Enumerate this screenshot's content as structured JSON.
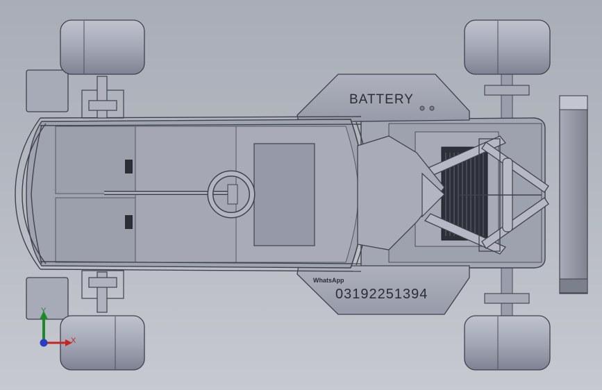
{
  "model": {
    "battery_panel_text": "BATTERY",
    "contact_caption": "WhatsApp",
    "contact_number": "03192251394"
  },
  "triad": {
    "x_label": "X",
    "y_label": "Y"
  },
  "colors": {
    "background": "#b4b8c1",
    "body": "#9fa3b1",
    "body_shadow": "#6d7080",
    "tire": "#a9adbb",
    "axis_x": "#c8231f",
    "axis_y": "#1c8a2a",
    "axis_z": "#2b3bc4"
  }
}
